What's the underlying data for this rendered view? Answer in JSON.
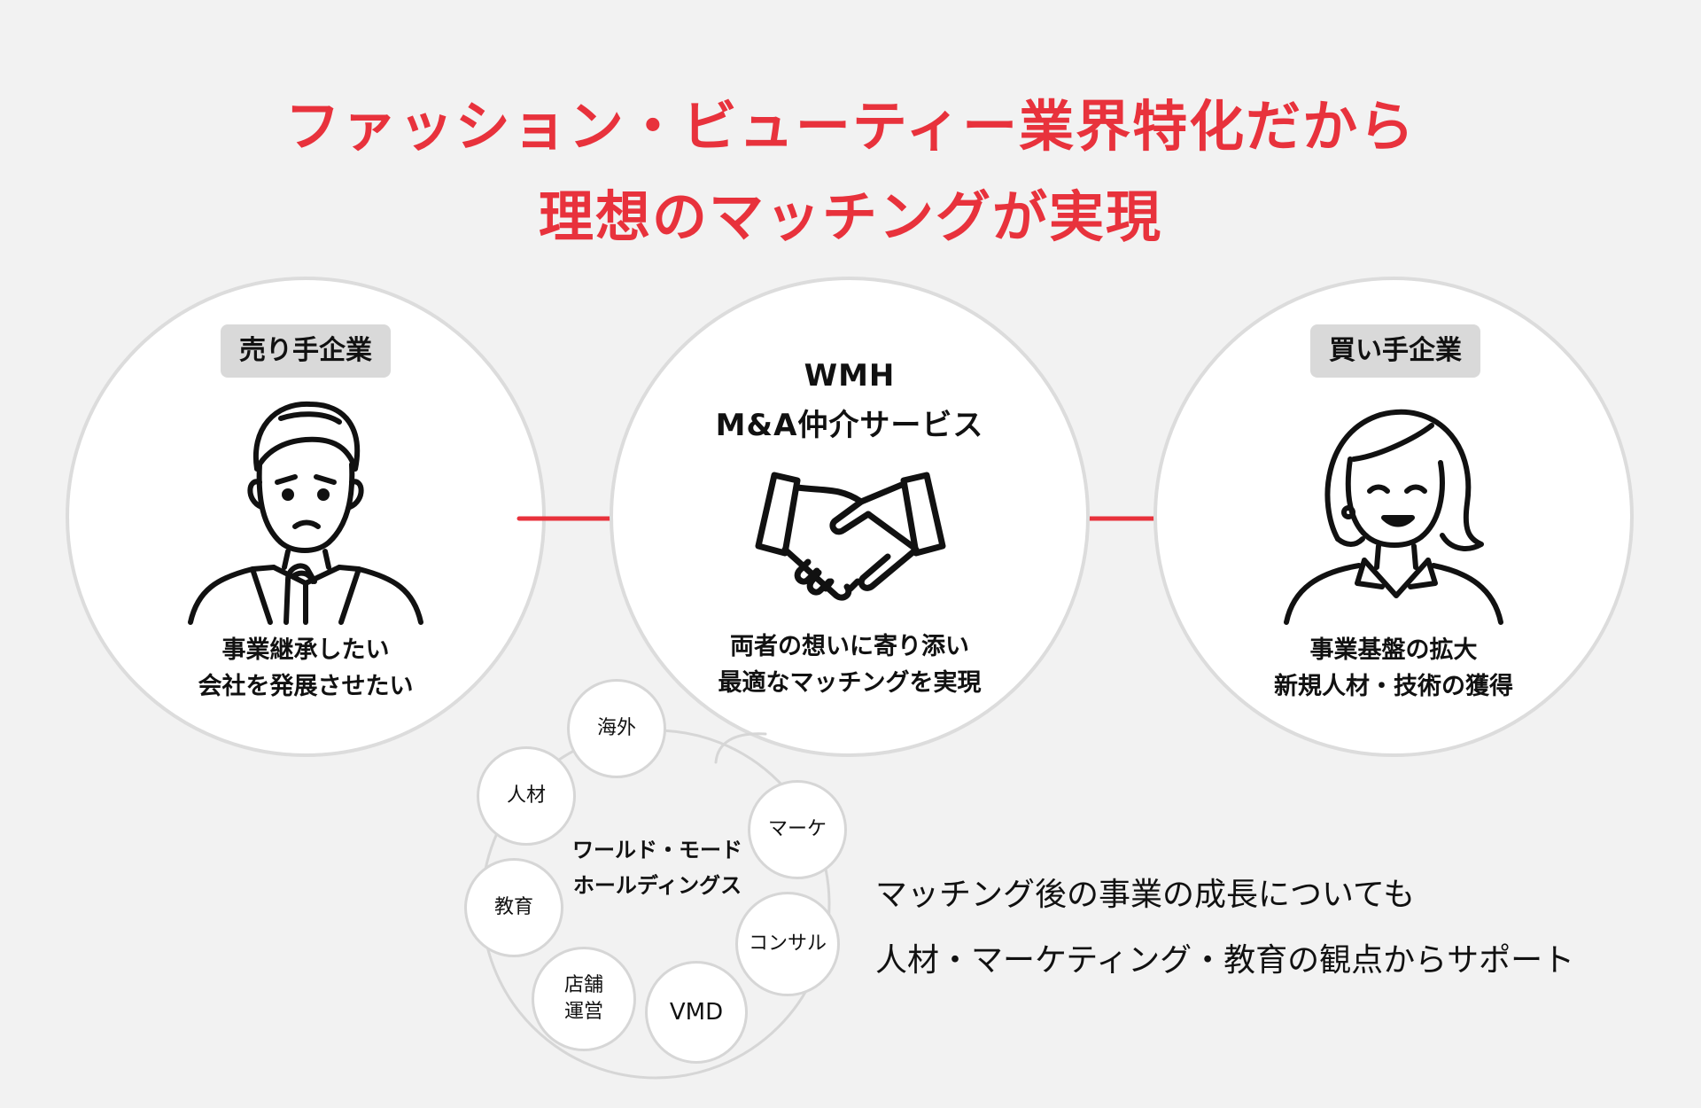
{
  "headline": {
    "line1": "ファッション・ビューティー業界特化だから",
    "line2": "理想のマッチングが実現"
  },
  "seller": {
    "badge": "売り手企業",
    "caption_line1": "事業継承したい",
    "caption_line2": "会社を発展させたい",
    "icon": "worried-man-icon"
  },
  "service": {
    "title_line1": "WMH",
    "title_line2": "M&A仲介サービス",
    "caption_line1": "両者の想いに寄り添い",
    "caption_line2": "最適なマッチングを実現",
    "icon": "handshake-icon"
  },
  "buyer": {
    "badge": "買い手企業",
    "caption_line1": "事業基盤の拡大",
    "caption_line2": "新規人材・技術の獲得",
    "icon": "smiling-woman-icon"
  },
  "support_network": {
    "center_line1": "ワールド・モード",
    "center_line2": "ホールディングス",
    "items": [
      "海外",
      "人材",
      "教育",
      "店舗\n運営",
      "VMD",
      "コンサル",
      "マーケ"
    ]
  },
  "support_text": {
    "line1": "マッチング後の事業の成長についても",
    "line2": "人材・マーケティング・教育の観点からサポート"
  },
  "colors": {
    "accent": "#e8323c",
    "circle_border": "#dcdcdc",
    "badge_bg": "#d9d9d9"
  }
}
